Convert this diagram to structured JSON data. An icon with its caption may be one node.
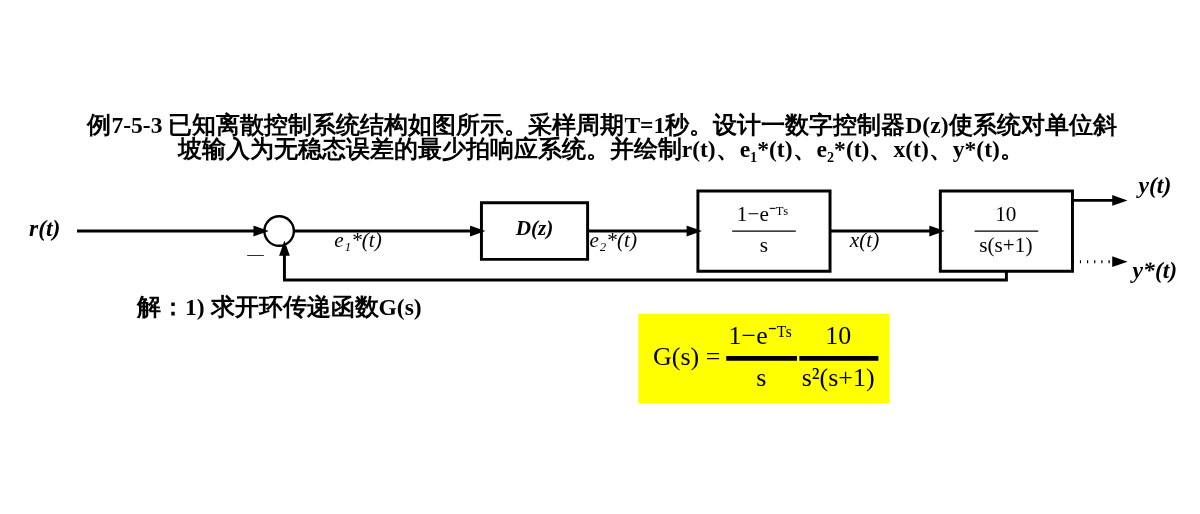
{
  "diagram": {
    "title": "例7-5-3 已知离散控制系统结构如图所示。采样周期T=1秒。设计一数字控制器D(z)使系统对单位斜坡输入为无稳态误差的最少拍响应系统。并绘制r(t)、e₁*(t)、e₂*(t)、x(t)、y*(t)。",
    "nodes": [
      {
        "text": [
          "r(t)"
        ]
      },
      {
        "text": [],
        "shape": "circle",
        "beside": [
          "—"
        ]
      },
      {
        "text": [
          "D(z)"
        ]
      },
      {
        "text": [
          "1−e⁻ᵀˢ",
          "s"
        ]
      },
      {
        "text": [
          "10",
          "s(s+1)"
        ]
      },
      {
        "text": [
          "y(t)"
        ]
      },
      {
        "text": [
          "y*(t)"
        ]
      }
    ],
    "edges": [
      {
        "from": 0,
        "to": 1,
        "arrow": "to"
      },
      {
        "from": 1,
        "to": 2,
        "arrow": "to",
        "label": "e₁*(t)"
      },
      {
        "from": 2,
        "to": 3,
        "arrow": "to",
        "label": "e₂*(t)"
      },
      {
        "from": 3,
        "to": 4,
        "arrow": "to",
        "label": "x(t)"
      },
      {
        "from": 4,
        "to": 5,
        "arrow": "to"
      },
      {
        "from": 4,
        "to": 1,
        "arrow": "to"
      },
      {
        "from": 4,
        "to": 6,
        "arrow": "to",
        "style": "dashed"
      }
    ],
    "labels": [
      "解：1) 求开环传递函数G(s)",
      "G(s) =",
      "1−e⁻ᵀˢ",
      "s",
      "10",
      "s²(s+1)"
    ]
  }
}
